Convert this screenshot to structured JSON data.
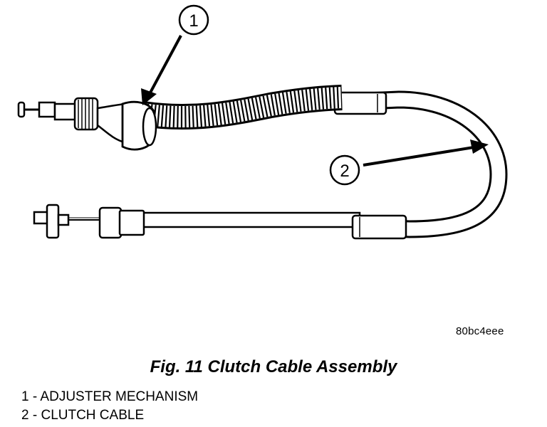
{
  "figure": {
    "callouts": [
      {
        "number": "1"
      },
      {
        "number": "2"
      }
    ],
    "figure_id": "80bc4eee",
    "caption": "Fig. 11 Clutch Cable Assembly"
  },
  "legend": [
    {
      "number": "1",
      "separator": " - ",
      "label": "ADJUSTER MECHANISM"
    },
    {
      "number": "2",
      "separator": " - ",
      "label": "CLUTCH CABLE"
    }
  ]
}
